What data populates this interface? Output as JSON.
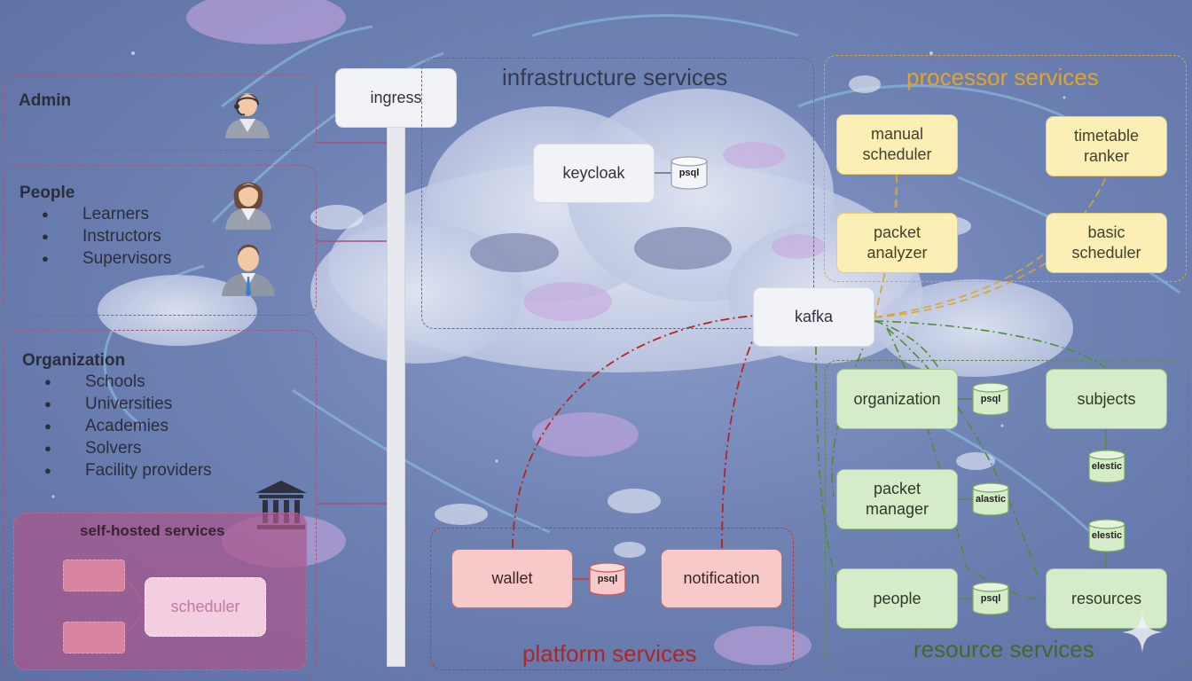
{
  "left_panel": {
    "admin": {
      "title": "Admin"
    },
    "people": {
      "title": "People",
      "items": [
        "Learners",
        "Instructors",
        "Supervisors"
      ]
    },
    "organization": {
      "title": "Organization",
      "items": [
        "Schools",
        "Universities",
        "Academies",
        "Solvers",
        "Facility providers"
      ]
    },
    "self_hosted": {
      "title": "self-hosted services",
      "scheduler": "scheduler"
    }
  },
  "ingress": {
    "label": "ingress"
  },
  "infrastructure": {
    "title": "infrastructure services",
    "keycloak": "keycloak",
    "db": "psql"
  },
  "processor": {
    "title": "processor services",
    "manual_scheduler": "manual scheduler",
    "timetable_ranker": "timetable ranker",
    "packet_analyzer": "packet analyzer",
    "basic_scheduler": "basic scheduler"
  },
  "kafka": {
    "label": "kafka"
  },
  "resource": {
    "title": "resource services",
    "organization": "organization",
    "organization_db": "psql",
    "subjects": "subjects",
    "subjects_db": "elestic",
    "packet_manager": "packet manager",
    "packet_manager_db": "alastic",
    "people": "people",
    "people_db": "psql",
    "resources": "resources",
    "resources_db": "elestic"
  },
  "platform": {
    "title": "platform services",
    "wallet": "wallet",
    "wallet_db": "psql",
    "notification": "notification"
  },
  "colors": {
    "processor": "#e0a429",
    "resource": "#3f6a2b",
    "platform": "#b22424",
    "infrastructure": "#343a4e",
    "left_group": "#a05878"
  },
  "icons": [
    "woman-headset-icon",
    "businesswoman-icon",
    "businessman-icon",
    "institution-building-icon",
    "sparkle-icon"
  ]
}
